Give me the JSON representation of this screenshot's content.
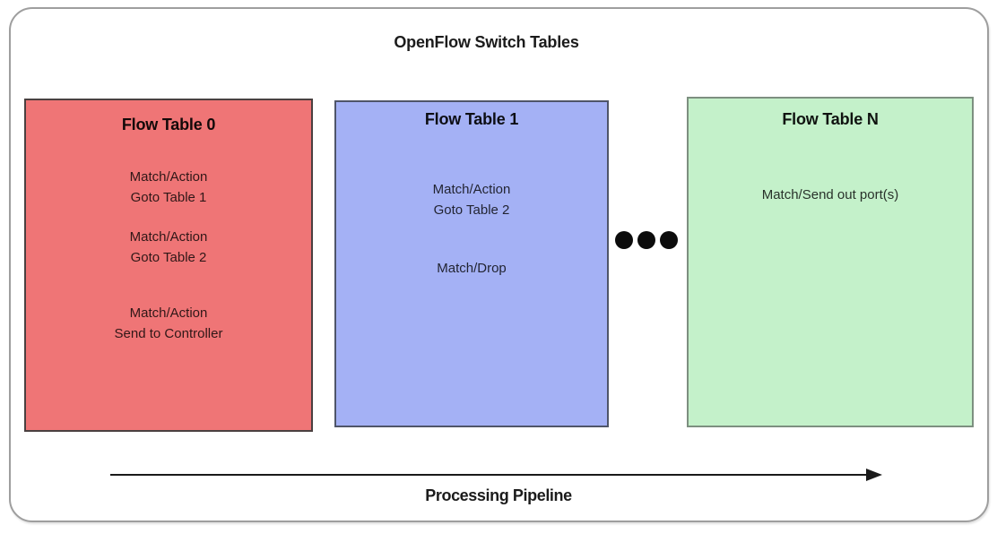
{
  "diagram": {
    "title": "OpenFlow Switch Tables",
    "tables": [
      {
        "title": "Flow Table 0",
        "fill": "#ef7576",
        "entries": [
          {
            "line1": "Match/Action",
            "line2": "Goto Table 1"
          },
          {
            "line1": "Match/Action",
            "line2": "Goto Table 2"
          },
          {
            "line1": "Match/Action",
            "line2": "Send to Controller"
          }
        ]
      },
      {
        "title": "Flow Table 1",
        "fill": "#a4b1f5",
        "entries": [
          {
            "line1": "Match/Action",
            "line2": "Goto Table 2"
          },
          {
            "line1": "Match/Drop"
          }
        ]
      },
      {
        "title": "Flow Table N",
        "fill": "#c4f1ca",
        "entries": [
          {
            "line1": "Match/Send out port(s)"
          }
        ]
      }
    ],
    "ellipsis_icon": "three-dots",
    "pipeline": {
      "label": "Processing Pipeline"
    }
  }
}
